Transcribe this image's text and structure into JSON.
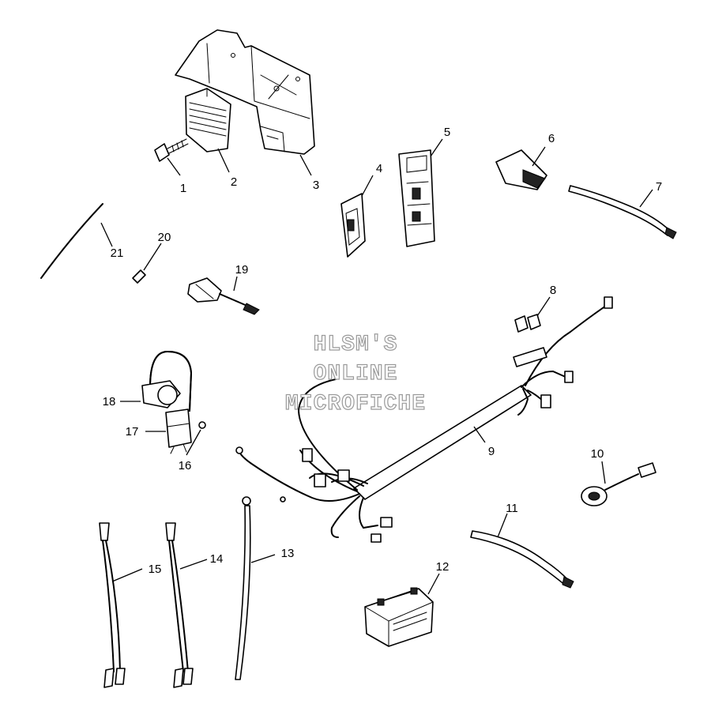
{
  "watermark": {
    "lines": [
      "HLSM'S",
      "ONLINE",
      "MICROFICHE"
    ],
    "color": "#9a9a9a"
  },
  "callouts": [
    {
      "id": "1",
      "label": "1"
    },
    {
      "id": "2",
      "label": "2"
    },
    {
      "id": "3",
      "label": "3"
    },
    {
      "id": "4",
      "label": "4"
    },
    {
      "id": "5",
      "label": "5"
    },
    {
      "id": "6",
      "label": "6"
    },
    {
      "id": "7",
      "label": "7"
    },
    {
      "id": "8",
      "label": "8"
    },
    {
      "id": "9",
      "label": "9"
    },
    {
      "id": "10",
      "label": "10"
    },
    {
      "id": "11",
      "label": "11"
    },
    {
      "id": "12",
      "label": "12"
    },
    {
      "id": "13",
      "label": "13"
    },
    {
      "id": "14",
      "label": "14"
    },
    {
      "id": "15",
      "label": "15"
    },
    {
      "id": "16",
      "label": "16"
    },
    {
      "id": "17",
      "label": "17"
    },
    {
      "id": "18",
      "label": "18"
    },
    {
      "id": "19",
      "label": "19"
    },
    {
      "id": "20",
      "label": "20"
    },
    {
      "id": "21",
      "label": "21"
    }
  ]
}
